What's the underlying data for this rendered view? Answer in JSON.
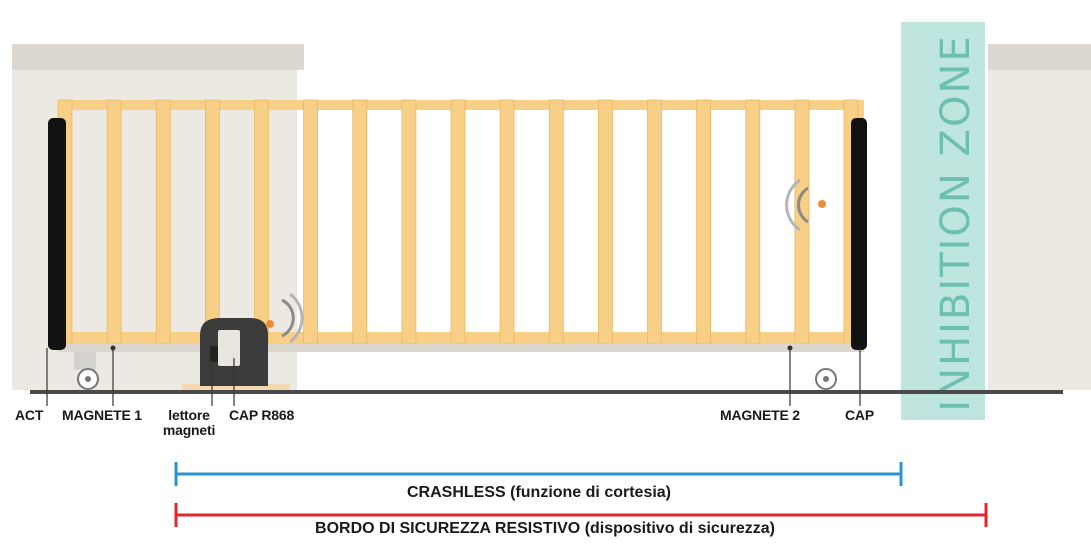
{
  "zone_text": "INHIBITION ZONE",
  "labels": {
    "act": "ACT",
    "magnete1": "MAGNETE 1",
    "lettore_line1": "lettore",
    "lettore_line2": "magneti",
    "cap_r868": "CAP R868",
    "magnete2": "MAGNETE 2",
    "cap": "CAP"
  },
  "bars": {
    "crashless": "CRASHLESS (funzione di cortesia)",
    "bordo": "BORDO DI SICUREZZA RESISTIVO (dispositivo di sicurezza)"
  },
  "colors": {
    "gate": "#f7cf86",
    "gate_edge": "#e9b865",
    "wall": "#ece9e2",
    "wall_top": "#dcd8cf",
    "zone_fill": "#bfe6de",
    "zone_text": "#6dbfb0",
    "crashless_line": "#2a93d5",
    "bordo_line": "#e0262f",
    "ground": "#4a4a4a",
    "edge_black": "#111111",
    "sensor_dot": "#ef8a35"
  }
}
